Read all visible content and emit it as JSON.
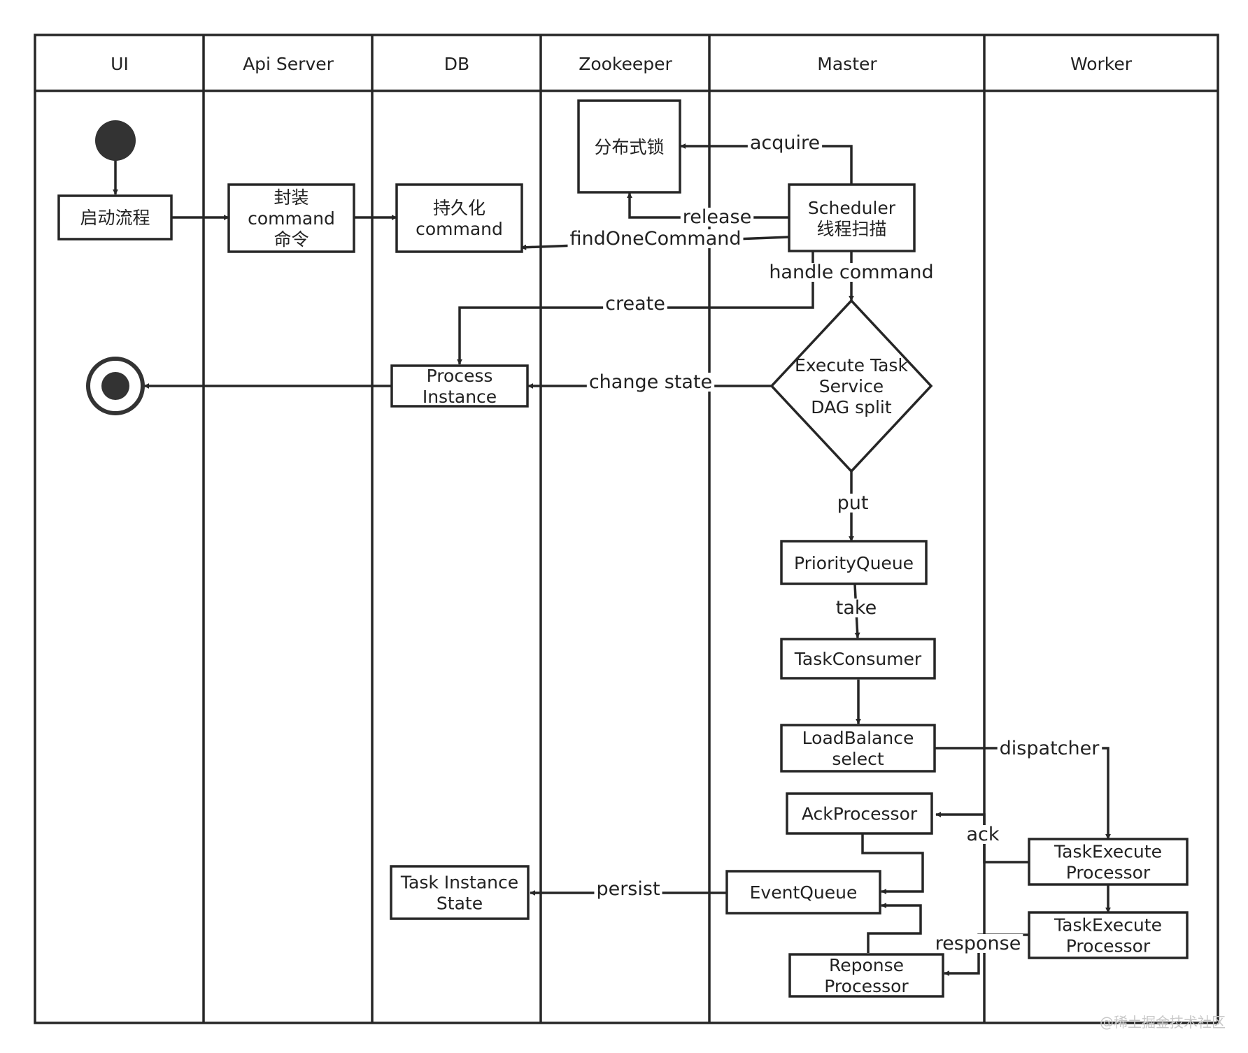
{
  "lanes": [
    {
      "id": "ui",
      "title": "UI"
    },
    {
      "id": "api",
      "title": "Api Server"
    },
    {
      "id": "db",
      "title": "DB"
    },
    {
      "id": "zk",
      "title": "Zookeeper"
    },
    {
      "id": "master",
      "title": "Master"
    },
    {
      "id": "worker",
      "title": "Worker"
    }
  ],
  "nodes": {
    "start_flow": {
      "lines": [
        "启动流程"
      ]
    },
    "wrap_command": {
      "lines": [
        "封装",
        "command",
        "命令"
      ]
    },
    "persist_command": {
      "lines": [
        "持久化",
        "command"
      ]
    },
    "dist_lock": {
      "lines": [
        "分布式锁"
      ]
    },
    "scheduler": {
      "lines": [
        "Scheduler",
        "线程扫描"
      ]
    },
    "execute_service": {
      "lines": [
        "Execute Task",
        "Service",
        "DAG split"
      ]
    },
    "process_instance": {
      "lines": [
        "Process",
        "Instance"
      ]
    },
    "priority_queue": {
      "lines": [
        "PriorityQueue"
      ]
    },
    "task_consumer": {
      "lines": [
        "TaskConsumer"
      ]
    },
    "load_balance": {
      "lines": [
        "LoadBalance",
        "select"
      ]
    },
    "ack_processor": {
      "lines": [
        "AckProcessor"
      ]
    },
    "event_queue": {
      "lines": [
        "EventQueue"
      ]
    },
    "response_processor": {
      "lines": [
        "Reponse",
        "Processor"
      ]
    },
    "task_instance_state": {
      "lines": [
        "Task Instance",
        "State"
      ]
    },
    "task_exec_processor_1": {
      "lines": [
        "TaskExecute",
        "Processor"
      ]
    },
    "task_exec_processor_2": {
      "lines": [
        "TaskExecute",
        "Processor"
      ]
    }
  },
  "edges": {
    "acquire": "acquire",
    "release": "release",
    "find_one_command": "findOneCommand",
    "handle_command": "handle command",
    "create": "create",
    "change_state": "change state",
    "put": "put",
    "take": "take",
    "dispatcher": "dispatcher",
    "ack": "ack",
    "persist": "persist",
    "response": "response"
  },
  "watermark": "@稀土掘金技术社区"
}
